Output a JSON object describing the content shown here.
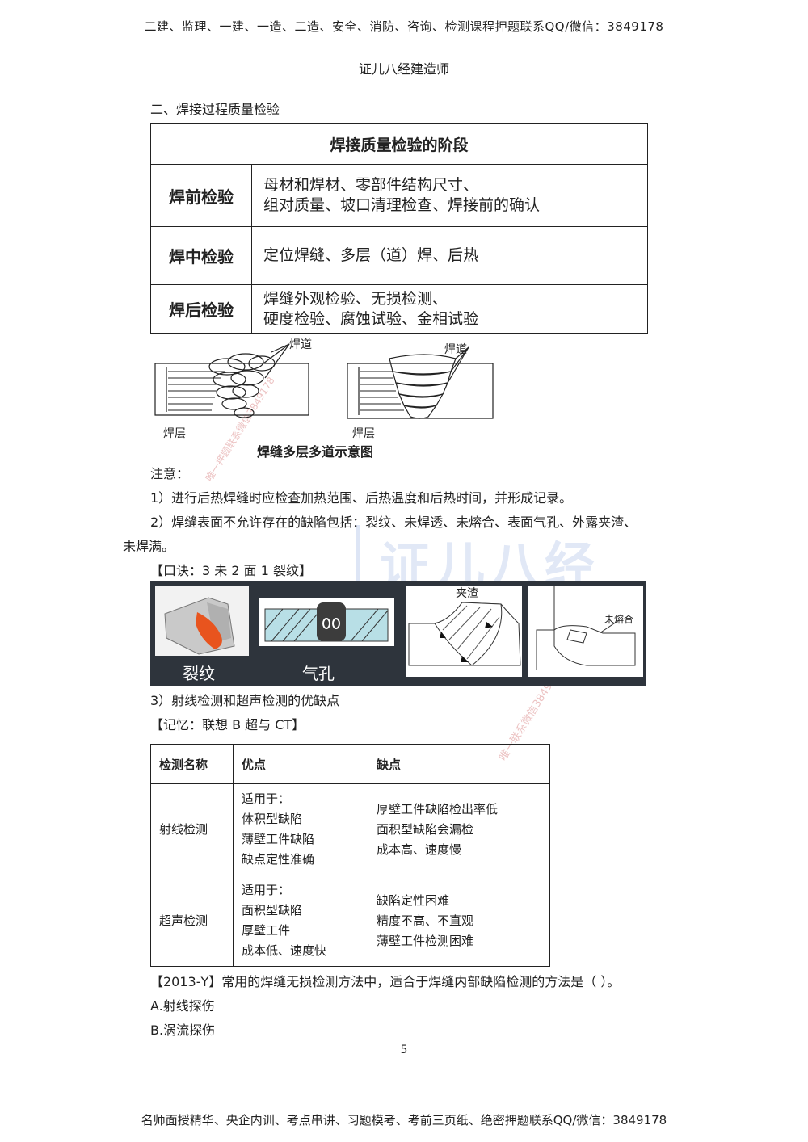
{
  "header": {
    "ad": "二建、监理、一建、一造、二造、安全、消防、咨询、检测课程押题联系QQ/微信：3849178",
    "running_title": "证儿八经建造师"
  },
  "section_heading": "二、焊接过程质量检验",
  "stage_table": {
    "title": "焊接质量检验的阶段",
    "rows": [
      {
        "label": "焊前检验",
        "lines": [
          "母材和焊材、零部件结构尺寸、",
          "组对质量、坡口清理检查、焊接前的确认"
        ]
      },
      {
        "label": "焊中检验",
        "lines": [
          "定位焊缝、多层（道）焊、后热"
        ]
      },
      {
        "label": "焊后检验",
        "lines": [
          "焊缝外观检验、无损检测、",
          "硬度检验、腐蚀试验、金相试验"
        ]
      }
    ]
  },
  "figure": {
    "label_bead_left": "焊道",
    "label_bead_right": "焊道",
    "label_layer_left": "焊层",
    "label_layer_right": "焊层",
    "caption": "焊缝多层多道示意图"
  },
  "notes": {
    "title": "注意：",
    "item1": "1）进行后热焊缝时应检查加热范围、后热温度和后热时间，并形成记录。",
    "item2_line1": "2）焊缝表面不允许存在的缺陷包括：裂纹、未焊透、未熔合、表面气孔、外露夹渣、",
    "item2_line2": "未焊满。",
    "mnemonic1": "【口诀：3 未 2 面 1 裂纹】",
    "item3": "3）射线检测和超声检测的优缺点",
    "mnemonic2": "【记忆：联想 B 超与 CT】"
  },
  "defects": {
    "crack": "裂纹",
    "porosity": "气孔",
    "slag": "夹渣",
    "lack_of_fusion": "未熔合"
  },
  "ndt_table": {
    "headers": [
      "检测名称",
      "优点",
      "缺点"
    ],
    "rows": [
      {
        "name": "射线检测",
        "pros": [
          "适用于：",
          "体积型缺陷",
          "薄壁工件缺陷",
          "缺点定性准确"
        ],
        "cons": [
          "厚壁工件缺陷检出率低",
          "面积型缺陷会漏检",
          "成本高、速度慢"
        ]
      },
      {
        "name": "超声检测",
        "pros": [
          "适用于：",
          "面积型缺陷",
          "厚壁工件",
          "成本低、速度快"
        ],
        "cons": [
          "缺陷定性困难",
          "精度不高、不直观",
          "薄壁工件检测困难"
        ]
      }
    ]
  },
  "question": {
    "stem": "【2013-Y】常用的焊缝无损检测方法中，适合于焊缝内部缺陷检测的方法是（ ）。",
    "option_a": "A.射线探伤",
    "option_b": "B.涡流探伤"
  },
  "page_number": "5",
  "footer": {
    "ad": "名师面授精华、央企内训、考点串讲、习题模考、考前三页纸、绝密押题联系QQ/微信：3849178"
  },
  "watermarks": {
    "brand": "证儿八经",
    "diag1": "唯一押题联系微信3849178",
    "diag2": "唯一联系微信3849178"
  }
}
